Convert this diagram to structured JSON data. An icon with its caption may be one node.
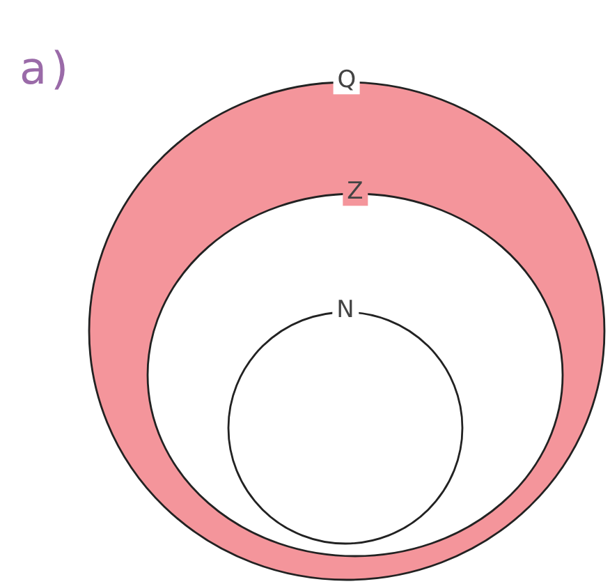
{
  "diagram": {
    "nodes": [
      {
        "text": [
          "Q"
        ]
      },
      {
        "text": [
          "Z"
        ],
        "in": 0
      },
      {
        "text": [
          "N"
        ],
        "in": 1
      }
    ],
    "labels": [
      "a)"
    ]
  }
}
